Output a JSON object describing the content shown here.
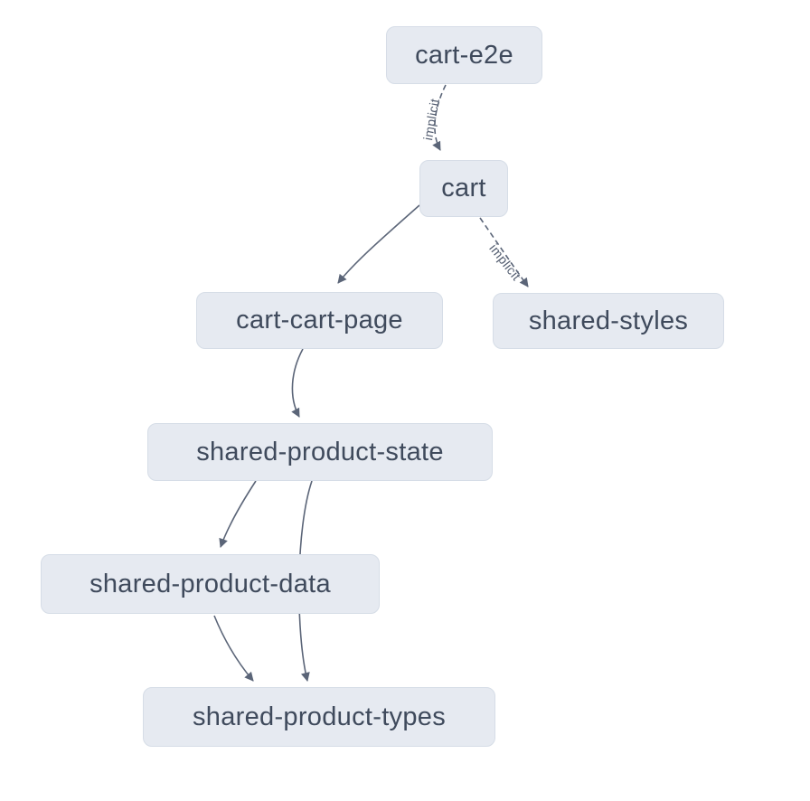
{
  "diagram": {
    "kind": "project-dependency-graph",
    "background_color": "#ffffff",
    "node_fill_color": "#e6eaf1",
    "node_border_color": "#d6dde7",
    "node_text_color": "#3f4a5c",
    "edge_color": "#5b6578",
    "nodes": [
      {
        "id": "cart-e2e",
        "label": "cart-e2e"
      },
      {
        "id": "cart",
        "label": "cart"
      },
      {
        "id": "cart-cart-page",
        "label": "cart-cart-page"
      },
      {
        "id": "shared-styles",
        "label": "shared-styles"
      },
      {
        "id": "shared-product-state",
        "label": "shared-product-state"
      },
      {
        "id": "shared-product-data",
        "label": "shared-product-data"
      },
      {
        "id": "shared-product-types",
        "label": "shared-product-types"
      }
    ],
    "edges": [
      {
        "from": "cart-e2e",
        "to": "cart",
        "type": "implicit",
        "label": "implicit"
      },
      {
        "from": "cart",
        "to": "cart-cart-page",
        "type": "static",
        "label": ""
      },
      {
        "from": "cart",
        "to": "shared-styles",
        "type": "implicit",
        "label": "implicit"
      },
      {
        "from": "cart-cart-page",
        "to": "shared-product-state",
        "type": "static",
        "label": ""
      },
      {
        "from": "shared-product-state",
        "to": "shared-product-data",
        "type": "static",
        "label": ""
      },
      {
        "from": "shared-product-state",
        "to": "shared-product-types",
        "type": "static",
        "label": ""
      },
      {
        "from": "shared-product-data",
        "to": "shared-product-types",
        "type": "static",
        "label": ""
      }
    ]
  }
}
